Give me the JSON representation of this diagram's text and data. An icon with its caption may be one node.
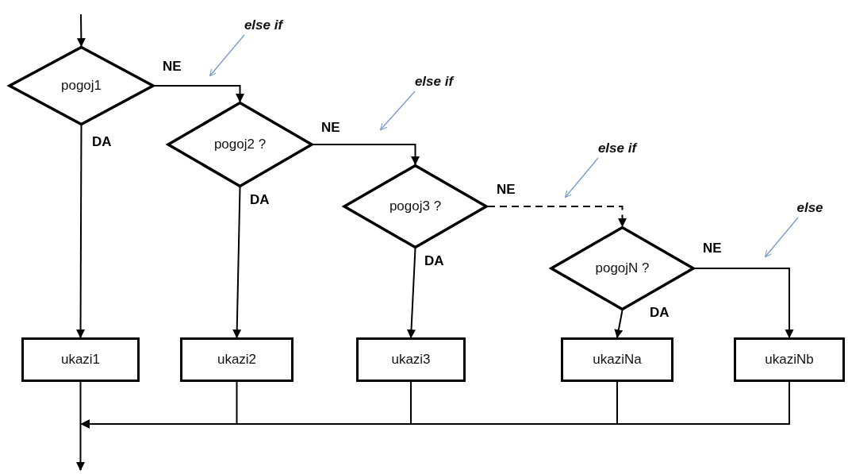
{
  "diagram": {
    "nodes": [
      {
        "text": [
          "pogoj1"
        ]
      },
      {
        "text": [
          "pogoj2 ?"
        ]
      },
      {
        "text": [
          "pogoj3 ?"
        ]
      },
      {
        "text": [
          "pogojN ?"
        ]
      },
      {
        "text": [
          "ukazi1"
        ]
      },
      {
        "text": [
          "ukazi2"
        ]
      },
      {
        "text": [
          "ukazi3"
        ]
      },
      {
        "text": [
          "ukaziNa"
        ]
      },
      {
        "text": [
          "ukaziNb"
        ]
      },
      {
        "text": [
          "else if"
        ]
      },
      {
        "text": [
          "else if"
        ]
      },
      {
        "text": [
          "else if"
        ]
      },
      {
        "text": [
          "else"
        ]
      }
    ],
    "edges": [
      {
        "from": null,
        "to": 0,
        "arrow": "to"
      },
      {
        "from": 0,
        "to": 1,
        "arrow": "to",
        "label": "NE"
      },
      {
        "from": 1,
        "to": 2,
        "arrow": "to",
        "label": "NE"
      },
      {
        "from": 2,
        "to": 3,
        "arrow": "to",
        "label": "NE",
        "style": "dashed"
      },
      {
        "from": 3,
        "to": 8,
        "arrow": "to",
        "label": "NE"
      },
      {
        "from": 0,
        "to": 4,
        "arrow": "to",
        "label": "DA"
      },
      {
        "from": 1,
        "to": 5,
        "arrow": "to",
        "label": "DA"
      },
      {
        "from": 2,
        "to": 6,
        "arrow": "to",
        "label": "DA"
      },
      {
        "from": 3,
        "to": 7,
        "arrow": "to",
        "label": "DA"
      },
      {
        "from": 4,
        "to": null,
        "arrow": "to"
      },
      {
        "from": 5,
        "to": null,
        "arrow": "to"
      },
      {
        "from": 6,
        "to": null,
        "arrow": "to"
      },
      {
        "from": 7,
        "to": null,
        "arrow": "to"
      },
      {
        "from": 8,
        "to": null,
        "arrow": "to"
      },
      {
        "from": 9,
        "to": null,
        "arrow": "to",
        "color": "#7096d0"
      },
      {
        "from": 10,
        "to": null,
        "arrow": "to",
        "color": "#7096d0"
      },
      {
        "from": 11,
        "to": null,
        "arrow": "to",
        "color": "#7096d0"
      },
      {
        "from": 12,
        "to": null,
        "arrow": "to",
        "color": "#7096d0"
      }
    ]
  }
}
